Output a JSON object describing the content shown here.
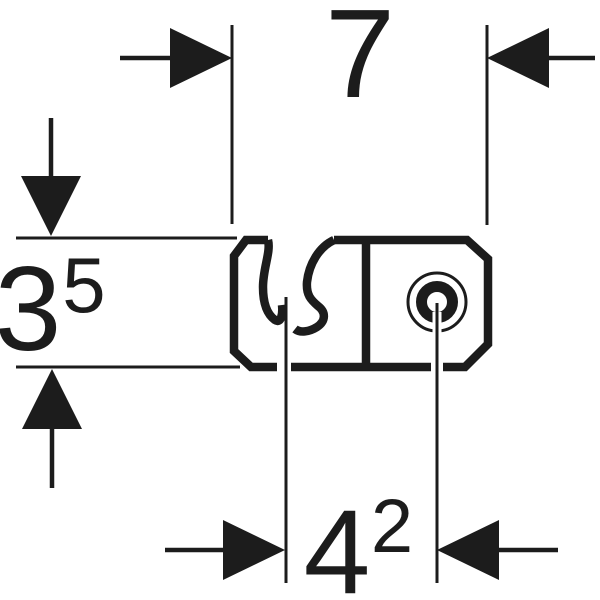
{
  "drawing": {
    "background_color": "#ffffff",
    "ink_color": "#1c1c1c",
    "dimensions": {
      "top": {
        "label": "7",
        "sup": ""
      },
      "left": {
        "label": "3",
        "sup": "5"
      },
      "bottom": {
        "label": "4",
        "sup": "2"
      }
    }
  }
}
